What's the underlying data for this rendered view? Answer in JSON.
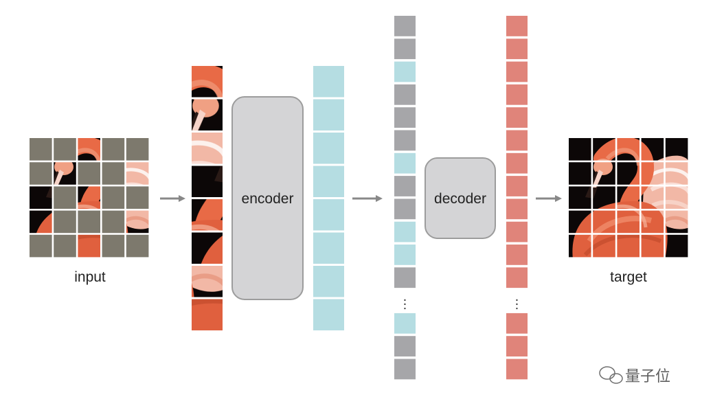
{
  "colors": {
    "mask": "#7d796d",
    "gridline": "#ffffff",
    "encoded_token": "#b5dde2",
    "mask_token": "#a6a6a9",
    "decoded_token": "#e0847a",
    "block_fill": "#d4d4d6",
    "block_stroke": "#9c9c9c",
    "arrow": "#888888",
    "photo_dark": "#0c0707",
    "photo_orange": "#e06a45",
    "photo_pink": "#f0c4b8"
  },
  "labels": {
    "input": "input",
    "encoder": "encoder",
    "decoder": "decoder",
    "target": "target",
    "ellipsis": "⋮",
    "watermark": "量子位"
  },
  "input_grid": {
    "rows": 5,
    "cols": 5,
    "visible_patches": [
      [
        0,
        2
      ],
      [
        1,
        1
      ],
      [
        1,
        4
      ],
      [
        2,
        0
      ],
      [
        2,
        2
      ],
      [
        3,
        0
      ],
      [
        3,
        4
      ],
      [
        4,
        2
      ]
    ]
  },
  "encoded_token_count": 8,
  "decoder_input_tokens": [
    "mask",
    "mask",
    "encoded",
    "mask",
    "mask",
    "mask",
    "encoded",
    "mask",
    "mask",
    "encoded",
    "encoded",
    "mask",
    "ellipsis",
    "encoded",
    "mask",
    "mask"
  ],
  "decoder_output_count_top": 12,
  "decoder_output_count_bottom": 3
}
